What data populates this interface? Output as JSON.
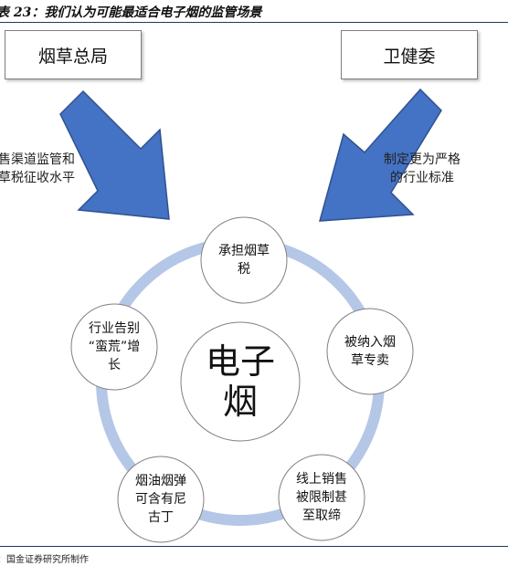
{
  "header": {
    "title": "表 23：我们认为可能最适合电子烟的监管场景"
  },
  "diagram": {
    "top_left_box": "烟草总局",
    "top_right_box": "卫健委",
    "left_note": [
      "售渠道监管和",
      "草税征收水平"
    ],
    "right_note": [
      "制定更为严格",
      "的行业标准"
    ],
    "center": [
      "电子",
      "烟"
    ],
    "nodes": [
      {
        "lines": [
          "承担烟草",
          "税"
        ]
      },
      {
        "lines": [
          "被纳入烟",
          "草专卖"
        ]
      },
      {
        "lines": [
          "线上销售",
          "被限制甚",
          "至取缔"
        ]
      },
      {
        "lines": [
          "烟油烟弹",
          "可含有尼",
          "古丁"
        ]
      },
      {
        "lines": [
          "行业告别",
          "“蛮荒”增",
          "长"
        ]
      }
    ],
    "colors": {
      "arrow": "#4472c4",
      "arrow_border": "#2f528f",
      "ring": "#b4c7e7",
      "node_border": "#7f7f7f",
      "rule": "#1f3864"
    }
  },
  "footer": {
    "source": "：国金证券研究所制作"
  }
}
